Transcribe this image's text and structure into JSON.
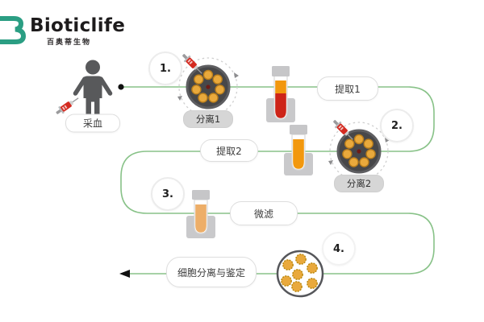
{
  "logo": {
    "brand": "Bioticlife",
    "brand_cn": "百奥蒂生物"
  },
  "step_markers": [
    "1.",
    "2.",
    "3.",
    "4."
  ],
  "stations": {
    "blood_draw": "采血",
    "separation1": "分离1",
    "extraction1": "提取1",
    "separation2": "分离2",
    "extraction2": "提取2",
    "microfiltration": "微滤",
    "cell_separation_id": "细胞分离与鉴定"
  },
  "colors": {
    "logo_teal": "#2b9e83",
    "flow_line": "#88c288",
    "figure_gray": "#58595b",
    "station_pill_gray": "#d6d6d6",
    "blood_red": "#cd2418",
    "plasma_orange": "#f2980e",
    "filtered_orange": "#edae68",
    "cell_orange": "#e9a93c",
    "syringe_red": "#d42a20"
  }
}
